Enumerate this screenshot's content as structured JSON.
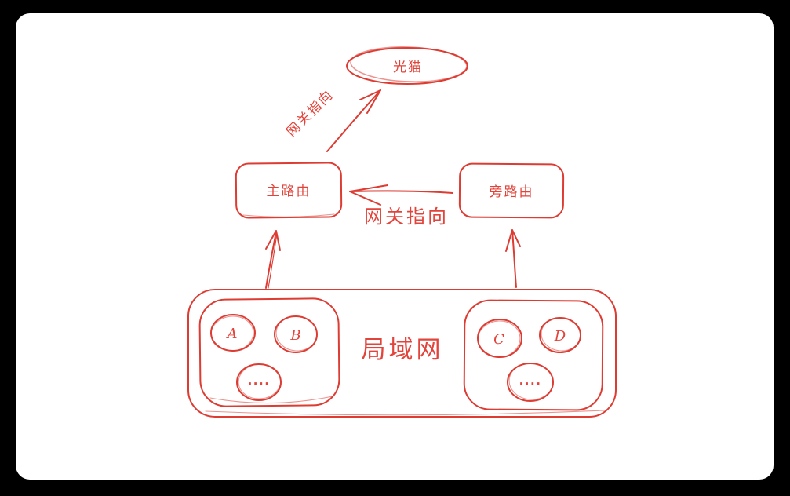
{
  "colors": {
    "background": "#000000",
    "surface": "#ffffff",
    "ink": "#dd3c33",
    "text": "#e2433a"
  },
  "nodes": {
    "modem": {
      "label": "光猫"
    },
    "main_router": {
      "label": "主路由"
    },
    "side_router": {
      "label": "旁路由"
    },
    "lan": {
      "label": "局域网"
    },
    "clients_left": {
      "items": [
        "A",
        "B",
        "...."
      ]
    },
    "clients_right": {
      "items": [
        "C",
        "D",
        "...."
      ]
    }
  },
  "edges": {
    "main_to_modem": {
      "label": "网关指向"
    },
    "side_to_main": {
      "label": "网关指向"
    }
  }
}
